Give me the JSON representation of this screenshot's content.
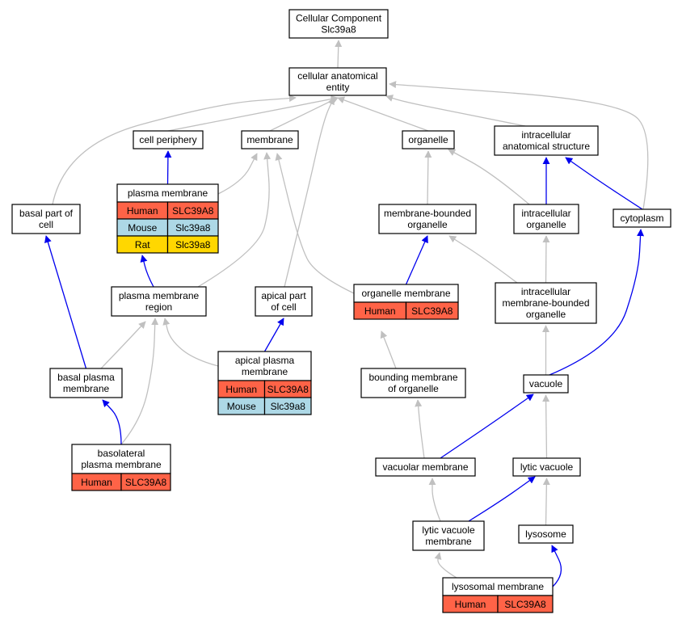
{
  "colors": {
    "isa_edge": "#c0c0c0",
    "partof_edge": "#0000ee",
    "human": "#ff6347",
    "mouse": "#add8e6",
    "rat": "#ffd700"
  },
  "nodes": {
    "root": {
      "lines": [
        "Cellular Component",
        "Slc39a8"
      ]
    },
    "cae": {
      "lines": [
        "cellular anatomical",
        "entity"
      ]
    },
    "cellper": {
      "lines": [
        "cell periphery"
      ]
    },
    "membrane": {
      "lines": [
        "membrane"
      ]
    },
    "organelle": {
      "lines": [
        "organelle"
      ]
    },
    "ias": {
      "lines": [
        "intracellular",
        "anatomical structure"
      ]
    },
    "basalcell": {
      "lines": [
        "basal part of",
        "cell"
      ]
    },
    "pm": {
      "lines": [
        "plasma membrane"
      ],
      "annotations": [
        {
          "species": "Human",
          "gene": "SLC39A8",
          "color_key": "human"
        },
        {
          "species": "Mouse",
          "gene": "Slc39a8",
          "color_key": "mouse"
        },
        {
          "species": "Rat",
          "gene": "Slc39a8",
          "color_key": "rat"
        }
      ]
    },
    "mbo": {
      "lines": [
        "membrane-bounded",
        "organelle"
      ]
    },
    "io": {
      "lines": [
        "intracellular",
        "organelle"
      ]
    },
    "cyto": {
      "lines": [
        "cytoplasm"
      ]
    },
    "pmr": {
      "lines": [
        "plasma membrane",
        "region"
      ]
    },
    "apicalcell": {
      "lines": [
        "apical part",
        "of cell"
      ]
    },
    "om": {
      "lines": [
        "organelle membrane"
      ],
      "annotations": [
        {
          "species": "Human",
          "gene": "SLC39A8",
          "color_key": "human"
        }
      ]
    },
    "imbo": {
      "lines": [
        "intracellular",
        "membrane-bounded",
        "organelle"
      ]
    },
    "apm": {
      "lines": [
        "apical plasma",
        "membrane"
      ],
      "annotations": [
        {
          "species": "Human",
          "gene": "SLC39A8",
          "color_key": "human"
        },
        {
          "species": "Mouse",
          "gene": "Slc39a8",
          "color_key": "mouse"
        }
      ]
    },
    "bpm": {
      "lines": [
        "basal plasma",
        "membrane"
      ]
    },
    "bmo": {
      "lines": [
        "bounding membrane",
        "of organelle"
      ]
    },
    "vacuole": {
      "lines": [
        "vacuole"
      ]
    },
    "blpm": {
      "lines": [
        "basolateral",
        "plasma membrane"
      ],
      "annotations": [
        {
          "species": "Human",
          "gene": "SLC39A8",
          "color_key": "human"
        }
      ]
    },
    "vm": {
      "lines": [
        "vacuolar membrane"
      ]
    },
    "lv": {
      "lines": [
        "lytic vacuole"
      ]
    },
    "lvm": {
      "lines": [
        "lytic vacuole",
        "membrane"
      ]
    },
    "lyso": {
      "lines": [
        "lysosome"
      ]
    },
    "lm": {
      "lines": [
        "lysosomal membrane"
      ],
      "annotations": [
        {
          "species": "Human",
          "gene": "SLC39A8",
          "color_key": "human"
        }
      ]
    }
  },
  "edges": [
    {
      "from": "cae",
      "to": "root",
      "type": "is_a"
    },
    {
      "from": "cellper",
      "to": "cae",
      "type": "is_a"
    },
    {
      "from": "membrane",
      "to": "cae",
      "type": "is_a"
    },
    {
      "from": "organelle",
      "to": "cae",
      "type": "is_a"
    },
    {
      "from": "ias",
      "to": "cae",
      "type": "is_a"
    },
    {
      "from": "basalcell",
      "to": "cae",
      "type": "is_a"
    },
    {
      "from": "apicalcell",
      "to": "cae",
      "type": "is_a"
    },
    {
      "from": "cyto",
      "to": "cae",
      "type": "is_a"
    },
    {
      "from": "pm",
      "to": "cellper",
      "type": "part_of"
    },
    {
      "from": "pm",
      "to": "membrane",
      "type": "is_a"
    },
    {
      "from": "pmr",
      "to": "membrane",
      "type": "is_a"
    },
    {
      "from": "om",
      "to": "membrane",
      "type": "is_a"
    },
    {
      "from": "mbo",
      "to": "organelle",
      "type": "is_a"
    },
    {
      "from": "io",
      "to": "organelle",
      "type": "is_a"
    },
    {
      "from": "io",
      "to": "ias",
      "type": "part_of"
    },
    {
      "from": "cyto",
      "to": "ias",
      "type": "part_of"
    },
    {
      "from": "pmr",
      "to": "pm",
      "type": "part_of"
    },
    {
      "from": "om",
      "to": "mbo",
      "type": "part_of"
    },
    {
      "from": "imbo",
      "to": "mbo",
      "type": "is_a"
    },
    {
      "from": "imbo",
      "to": "io",
      "type": "is_a"
    },
    {
      "from": "bpm",
      "to": "basalcell",
      "type": "part_of"
    },
    {
      "from": "bpm",
      "to": "pmr",
      "type": "is_a"
    },
    {
      "from": "apm",
      "to": "pmr",
      "type": "is_a"
    },
    {
      "from": "blpm",
      "to": "pmr",
      "type": "is_a"
    },
    {
      "from": "apm",
      "to": "apicalcell",
      "type": "part_of"
    },
    {
      "from": "blpm",
      "to": "bpm",
      "type": "part_of"
    },
    {
      "from": "bmo",
      "to": "om",
      "type": "is_a"
    },
    {
      "from": "vacuole",
      "to": "imbo",
      "type": "is_a"
    },
    {
      "from": "vacuole",
      "to": "cyto",
      "type": "part_of"
    },
    {
      "from": "vm",
      "to": "bmo",
      "type": "is_a"
    },
    {
      "from": "vm",
      "to": "vacuole",
      "type": "part_of"
    },
    {
      "from": "lv",
      "to": "vacuole",
      "type": "is_a"
    },
    {
      "from": "lvm",
      "to": "vm",
      "type": "is_a"
    },
    {
      "from": "lvm",
      "to": "lv",
      "type": "part_of"
    },
    {
      "from": "lyso",
      "to": "lv",
      "type": "is_a"
    },
    {
      "from": "lm",
      "to": "lvm",
      "type": "is_a"
    },
    {
      "from": "lm",
      "to": "lyso",
      "type": "part_of"
    }
  ]
}
